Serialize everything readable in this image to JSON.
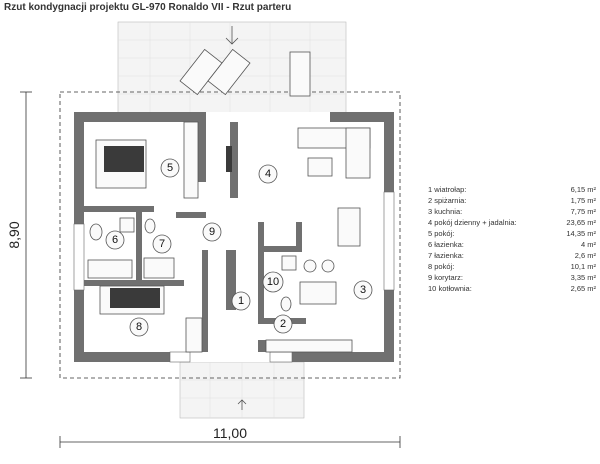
{
  "title": "Rzut kondygnacji projektu GL-970 Ronaldo VII - Rzut parteru",
  "dimensions": {
    "width": "11,00",
    "height": "8,90"
  },
  "rooms": [
    {
      "number": "1",
      "name": "wiatrołap:",
      "area": "6,15 m²"
    },
    {
      "number": "2",
      "name": "spiżarnia:",
      "area": "1,75 m²"
    },
    {
      "number": "3",
      "name": "kuchnia:",
      "area": "7,75 m²"
    },
    {
      "number": "4",
      "name": "pokój dzienny + jadalnia:",
      "area": "23,65 m²"
    },
    {
      "number": "5",
      "name": "pokój:",
      "area": "14,35 m²"
    },
    {
      "number": "6",
      "name": "łazienka:",
      "area": "4 m²"
    },
    {
      "number": "7",
      "name": "łazienka:",
      "area": "2,6 m²"
    },
    {
      "number": "8",
      "name": "pokój:",
      "area": "10,1 m²"
    },
    {
      "number": "9",
      "name": "korytarz:",
      "area": "3,35 m²"
    },
    {
      "number": "10",
      "name": "kotłownia:",
      "area": "2,65 m²"
    }
  ]
}
